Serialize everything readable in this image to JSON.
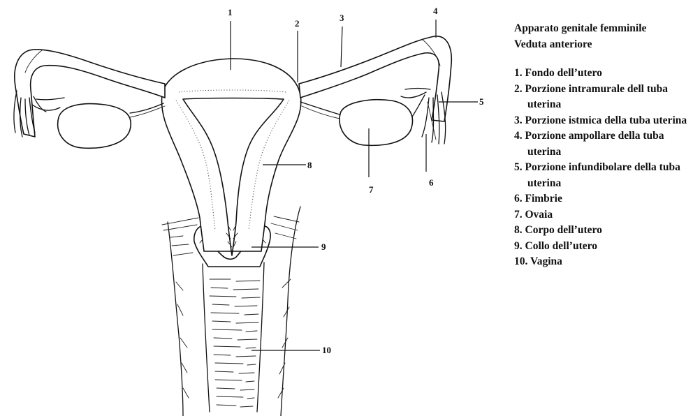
{
  "legend": {
    "title_line1": "Apparato genitale femminile",
    "title_line2": "Veduta anteriore",
    "items": [
      {
        "num": "1.",
        "text": "Fondo dell’utero"
      },
      {
        "num": "2.",
        "text": "Porzione intramurale dell tuba uterina"
      },
      {
        "num": "3.",
        "text": "Porzione istmica della tuba uterina"
      },
      {
        "num": "4.",
        "text": "Porzione ampollare della tuba uterina"
      },
      {
        "num": "5.",
        "text": "Porzione infundibolare della tuba uterina"
      },
      {
        "num": "6.",
        "text": "Fimbrie"
      },
      {
        "num": "7.",
        "text": "Ovaia"
      },
      {
        "num": "8.",
        "text": "Corpo dell’utero"
      },
      {
        "num": "9.",
        "text": "Collo dell’utero"
      },
      {
        "num": "10.",
        "text": "Vagina"
      }
    ]
  },
  "callouts": [
    "1",
    "2",
    "3",
    "4",
    "5",
    "6",
    "7",
    "8",
    "9",
    "10"
  ]
}
